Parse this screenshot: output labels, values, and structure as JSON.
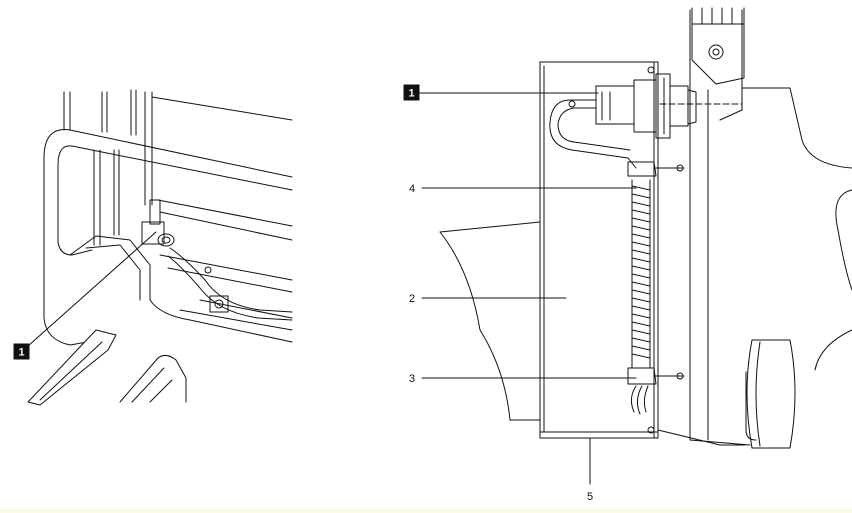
{
  "left_figure": {
    "callouts": [
      {
        "label": "1",
        "boxed": true
      }
    ]
  },
  "right_figure": {
    "callouts": [
      {
        "label": "1",
        "boxed": true
      },
      {
        "label": "4",
        "boxed": false
      },
      {
        "label": "2",
        "boxed": false
      },
      {
        "label": "3",
        "boxed": false
      },
      {
        "label": "5",
        "boxed": false
      }
    ]
  },
  "colors": {
    "line": "#111111",
    "callout_box": "#111111",
    "background": "#ffffff",
    "bottom_strip": "#fbfbe6"
  }
}
